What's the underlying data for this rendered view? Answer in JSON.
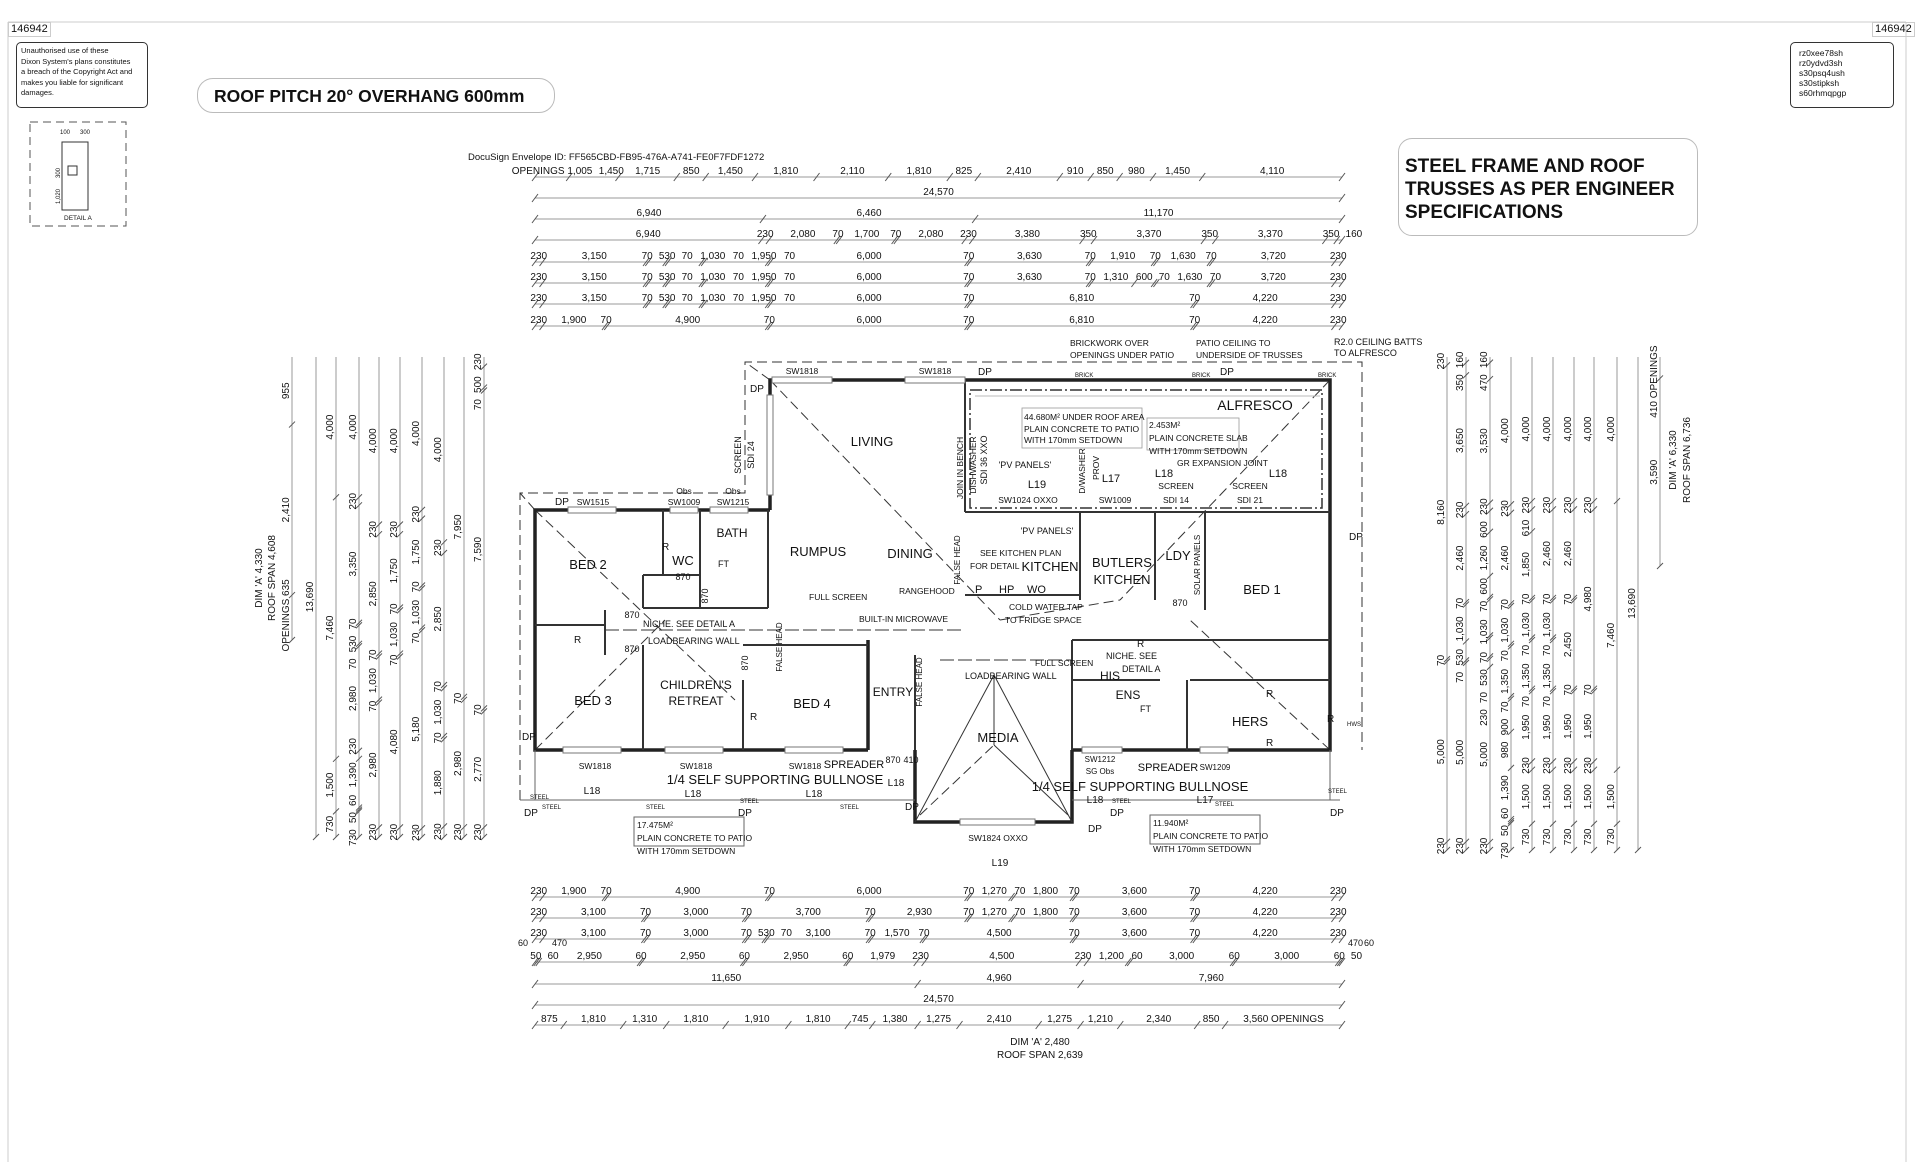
{
  "header": {
    "id_left": "146942",
    "id_right": "146942"
  },
  "copyright": [
    "Unauthorised use of these",
    "Dixon System's plans constitutes",
    "a breach of the Copyright Act and",
    "makes you liable for significant",
    "damages."
  ],
  "codes": [
    "rz0xee78sh",
    "rz0ydvd3sh",
    "s30psq4ush",
    "s30stipksh",
    "s60rhmqpgp"
  ],
  "roof_note": "ROOF PITCH 20° OVERHANG 600mm",
  "steel_note": [
    "STEEL FRAME AND ROOF",
    "TRUSSES AS PER ENGINEER",
    "SPECIFICATIONS"
  ],
  "detail_a": {
    "w1": "100",
    "w2": "300",
    "h1": "300",
    "h2": "1,020",
    "title": "DETAIL A"
  },
  "docusign": "DocuSign Envelope ID: FF565CBD-FB95-476A-A741-FE0F7FDF1272",
  "top_dims": [
    [
      "OPENINGS 1,005",
      "1,450",
      "1,715",
      "850",
      "1,450",
      "1,810",
      "2,110",
      "1,810",
      "825",
      "2,410",
      "910",
      "850",
      "980",
      "1,450",
      "4,110"
    ],
    [
      "24,570"
    ],
    [
      "6,940",
      "6,460",
      "11,170"
    ],
    [
      "6,940",
      "230",
      "2,080",
      "70",
      "1,700",
      "70",
      "2,080",
      "230",
      "3,380",
      "350",
      "3,370",
      "350",
      "3,370",
      "350",
      "160"
    ],
    [
      "230",
      "3,150",
      "70",
      "530",
      "70",
      "1,030",
      "70",
      "1,950",
      "70",
      "6,000",
      "70",
      "3,630",
      "70",
      "1,910",
      "70",
      "1,630",
      "70",
      "3,720",
      "230"
    ],
    [
      "230",
      "3,150",
      "70",
      "530",
      "70",
      "1,030",
      "70",
      "1,950",
      "70",
      "6,000",
      "70",
      "3,630",
      "70",
      "1,310",
      "600",
      "70",
      "1,630",
      "70",
      "3,720",
      "230"
    ],
    [
      "230",
      "3,150",
      "70",
      "530",
      "70",
      "1,030",
      "70",
      "1,950",
      "70",
      "6,000",
      "70",
      "6,810",
      "70",
      "4,220",
      "230"
    ],
    [
      "230",
      "1,900",
      "70",
      "4,900",
      "70",
      "6,000",
      "70",
      "6,810",
      "70",
      "4,220",
      "230"
    ]
  ],
  "bottom_dims": [
    [
      "230",
      "1,900",
      "70",
      "4,900",
      "70",
      "6,000",
      "70",
      "1,270",
      "70",
      "1,800",
      "70",
      "3,600",
      "70",
      "4,220",
      "230"
    ],
    [
      "230",
      "3,100",
      "70",
      "3,000",
      "70",
      "3,700",
      "70",
      "2,930",
      "70",
      "1,270",
      "70",
      "1,800",
      "70",
      "3,600",
      "70",
      "4,220",
      "230"
    ],
    [
      "230",
      "3,100",
      "70",
      "3,000",
      "70",
      "530",
      "70",
      "3,100",
      "70",
      "1,570",
      "70",
      "4,500",
      "70",
      "3,600",
      "70",
      "4,220",
      "230"
    ],
    [
      "50",
      "60",
      "2,950",
      "60",
      "2,950",
      "60",
      "2,950",
      "60",
      "1,979",
      "230",
      "4,500",
      "230",
      "1,200",
      "60",
      "3,000",
      "60",
      "3,000",
      "60",
      "50"
    ],
    [
      "11,650",
      "4,960",
      "7,960"
    ],
    [
      "24,570"
    ],
    [
      "875",
      "1,810",
      "1,310",
      "1,810",
      "1,910",
      "1,810",
      "745",
      "1,380",
      "1,275",
      "2,410",
      "1,275",
      "1,210",
      "2,340",
      "850",
      "3,560 OPENINGS"
    ]
  ],
  "bottom_extra": {
    "l1": "60",
    "l2": "470",
    "r1": "470",
    "r2": "60"
  },
  "bottom_dim_a": {
    "dim": "DIM 'A' 2,480",
    "span": "ROOF SPAN 2,639"
  },
  "left_dims": [
    [
      "955",
      "2,410",
      "OPENINGS 635"
    ],
    [
      "13,690"
    ],
    [
      "4,000",
      "7,460",
      "1,500",
      "730"
    ],
    [
      "4,000",
      "230",
      "3,350",
      "70",
      "530",
      "70",
      "2,980",
      "230",
      "1,390",
      "60",
      "50",
      "730"
    ],
    [
      "4,000",
      "230",
      "2,850",
      "70",
      "1,030",
      "70",
      "2,980",
      "230"
    ],
    [
      "4,000",
      "230",
      "1,750",
      "70",
      "1,030",
      "70",
      "4,080",
      "230"
    ],
    [
      "4,000",
      "230",
      "1,750",
      "70",
      "1,030",
      "70",
      "5,180",
      "230"
    ],
    [
      "4,000",
      "230",
      "2,850",
      "70",
      "1,030",
      "70",
      "1,880",
      "230"
    ],
    [
      "7,950",
      "70",
      "2,980",
      "230"
    ],
    [
      "230",
      "500",
      "70",
      "7,590",
      "70",
      "2,770",
      "230"
    ]
  ],
  "left_dim_a": {
    "dim": "DIM 'A' 4,330",
    "span": "ROOF SPAN 4,608"
  },
  "right_dims": [
    [
      "230",
      "8,160",
      "70",
      "5,000",
      "230"
    ],
    [
      "160",
      "350",
      "3,650",
      "230",
      "2,460",
      "70",
      "1,030",
      "530",
      "70",
      "5,000",
      "230"
    ],
    [
      "160",
      "470",
      "3,530",
      "230",
      "600",
      "1,260",
      "600",
      "70",
      "1,030",
      "70",
      "530",
      "70",
      "230",
      "5,000",
      "230"
    ],
    [
      "4,000",
      "230",
      "2,460",
      "70",
      "1,030",
      "70",
      "1,350",
      "70",
      "900",
      "980",
      "1,390",
      "60",
      "50",
      "730"
    ],
    [
      "4,000",
      "230",
      "610",
      "1,850",
      "70",
      "1,030",
      "70",
      "1,350",
      "70",
      "1,950",
      "230",
      "1,500",
      "730"
    ],
    [
      "4,000",
      "230",
      "2,460",
      "70",
      "1,030",
      "70",
      "1,350",
      "70",
      "1,950",
      "230",
      "1,500",
      "730"
    ],
    [
      "4,000",
      "230",
      "2,460",
      "70",
      "2,450",
      "70",
      "1,950",
      "230",
      "1,500",
      "730"
    ],
    [
      "4,000",
      "230",
      "4,980",
      "70",
      "1,950",
      "230",
      "1,500",
      "730"
    ],
    [
      "4,000",
      "7,460",
      "1,500",
      "730"
    ],
    [
      "13,690"
    ],
    [
      "410 OPENINGS",
      "3,590"
    ]
  ],
  "right_dim_a": {
    "dim": "DIM 'A' 6,330",
    "span": "ROOF SPAN 6,736"
  },
  "rooms": {
    "living": "LIVING",
    "rumpus": "RUMPUS",
    "dining": "DINING",
    "bath": "BATH",
    "wc": "WC",
    "bed2": "BED 2",
    "bed3": "BED 3",
    "children1": "CHILDREN'S",
    "children2": "RETREAT",
    "bed4": "BED 4",
    "entry": "ENTRY",
    "media": "MEDIA",
    "kitchen": "KITCHEN",
    "butlers1": "BUTLERS",
    "butlers2": "KITCHEN",
    "ldy": "LDY",
    "bed1": "BED 1",
    "alfresco": "ALFRESCO",
    "his": "HIS",
    "ens": "ENS",
    "hers": "HERS"
  },
  "windows": {
    "w1": "SW1818",
    "w2": "SW1818",
    "w3": "SW1515",
    "w4a": "Obs",
    "w4b": "SW1009",
    "w5a": "Obs",
    "w5b": "SW1215",
    "w6": "SW1818",
    "w7": "SW1818",
    "w8": "SW1818",
    "w9": "SW1824 OXXO",
    "w10a": "SW1212",
    "w10b": "SG Obs",
    "w11": "SW1209",
    "w12": "SW1024 OXXO",
    "w13": "SW1009",
    "sdi24a": "SCREEN",
    "sdi24b": "SDI 24",
    "sdi36": "SDI 36 XXO",
    "sdi14a": "SCREEN",
    "sdi14b": "SDI 14",
    "sdi21a": "SCREEN",
    "sdi21b": "SDI 21"
  },
  "notes": {
    "brick1": "BRICKWORK OVER",
    "brick2": "OPENINGS UNDER PATIO",
    "patio1": "PATIO CEILING TO",
    "patio2": "UNDERSIDE OF TRUSSES",
    "batts1": "R2.0 CEILING BATTS",
    "batts2": "TO ALFRESCO",
    "a1l1": "44.680M²  UNDER ROOF AREA",
    "a1l2": "PLAIN CONCRETE TO PATIO",
    "a1l3": "WITH 170mm SETDOWN",
    "a2l1": "2.453M²",
    "a2l2": "PLAIN CONCRETE SLAB",
    "a2l3": "WITH 170mm SETDOWN",
    "a3l1": "17.475M²",
    "a3l2": "PLAIN CONCRETE TO PATIO",
    "a3l3": "WITH 170mm SETDOWN",
    "a4l1": "11.940M²",
    "a4l2": "PLAIN CONCRETE TO PATIO",
    "a4l3": "WITH 170mm SETDOWN",
    "bull1": "1/4 SELF SUPPORTING BULLNOSE",
    "bull2": "1/4 SELF SUPPORTING BULLNOSE",
    "spr1": "SPREADER",
    "spr2": "SPREADER",
    "gr": "GR EXPANSION JOINT",
    "pv1": "'PV PANELS'",
    "pv2": "'PV PANELS'",
    "kplan1": "SEE KITCHEN PLAN",
    "kplan2": "FOR DETAIL",
    "cold1": "COLD WATER TAP",
    "cold2": "TO FRIDGE SPACE",
    "p": "P",
    "hp": "HP",
    "wo": "WO",
    "range": "RANGEHOOD",
    "micro": "BUILT-IN MICROWAVE",
    "fs1": "FULL SCREEN",
    "fs2": "FULL SCREEN",
    "niche1": "NICHE. SEE DETAIL A",
    "niche2a": "NICHE. SEE",
    "niche2b": "DETAIL A",
    "lb1": "LOADBEARING WALL",
    "lb2": "LOADBEARING WALL",
    "dish": "DISHWASHER",
    "dwp1": "D/WASHER",
    "dwp2": "PROV",
    "join": "JOIN IN BENCH",
    "solar": "SOLAR PANELS",
    "hws": "HWS",
    "ft1": "FT",
    "ft2": "FT",
    "d870a": "870",
    "d870b": "870",
    "d870c": "870",
    "d870d": "870",
    "d870e": "870",
    "d870f": "870",
    "d870g": "870",
    "d410": "410",
    "dp1": "DP",
    "dp2": "DP",
    "dp3": "DP",
    "dp4": "DP",
    "dp5": "DP",
    "dp6": "DP",
    "dp7": "DP",
    "dp8": "DP",
    "dp9": "DP",
    "dp10": "DP",
    "dp11": "DP",
    "dp12": "DP",
    "l18a": "L18",
    "l18b": "L18",
    "l18c": "L18",
    "l18d": "L18",
    "l18e": "L18",
    "l18f": "L18",
    "l18g": "L18",
    "l17a": "L17",
    "l17b": "L17",
    "l19a": "L19",
    "l19b": "L19",
    "steel1": "STEEL",
    "steel2": "STEEL",
    "steel3": "STEEL",
    "steel4": "STEEL",
    "steel5": "STEEL",
    "steel6": "STEEL",
    "steel7": "STEEL",
    "steel8": "STEEL",
    "brickA": "BRICK",
    "brickB": "BRICK",
    "brickC": "BRICK",
    "r1": "R",
    "r2": "R",
    "r3": "R",
    "r4": "R",
    "r5": "R",
    "r6": "R",
    "r7": "R",
    "fh1": "FALSE HEAD",
    "fh2": "FALSE HEAD",
    "fh3": "FALSE HEAD"
  }
}
